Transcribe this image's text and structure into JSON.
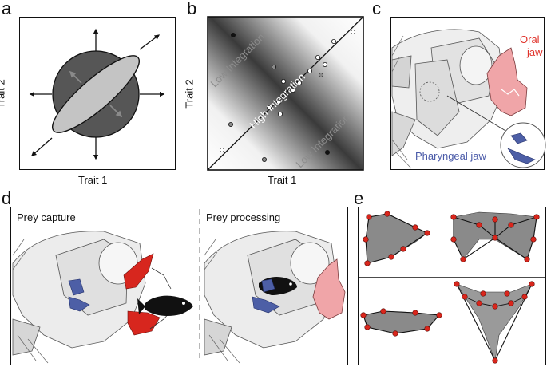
{
  "panels": {
    "a": {
      "letter": "a",
      "xlabel": "Trait 1",
      "ylabel": "Trait 2"
    },
    "b": {
      "letter": "b",
      "xlabel": "Trait 1",
      "ylabel": "Trait 2",
      "label_low_top": "Low Integration",
      "label_high": "High Integration",
      "label_low_bottom": "Low Integration"
    },
    "c": {
      "letter": "c",
      "oral_label": "Oral\njaw",
      "oral_line1": "Oral",
      "oral_line2": "jaw",
      "pharyngeal_label": "Pharyngeal jaw"
    },
    "d": {
      "letter": "d",
      "left_title": "Prey capture",
      "right_title": "Prey processing"
    },
    "e": {
      "letter": "e"
    }
  },
  "colors": {
    "oral_jaw_text": "#e0332b",
    "pharyngeal_text": "#4a5aa8",
    "oral_red": "#d7261e",
    "oral_pink": "#f0a5a8",
    "pharyngeal_blue": "#4d5fa6",
    "landmark_red": "#d9261c"
  }
}
